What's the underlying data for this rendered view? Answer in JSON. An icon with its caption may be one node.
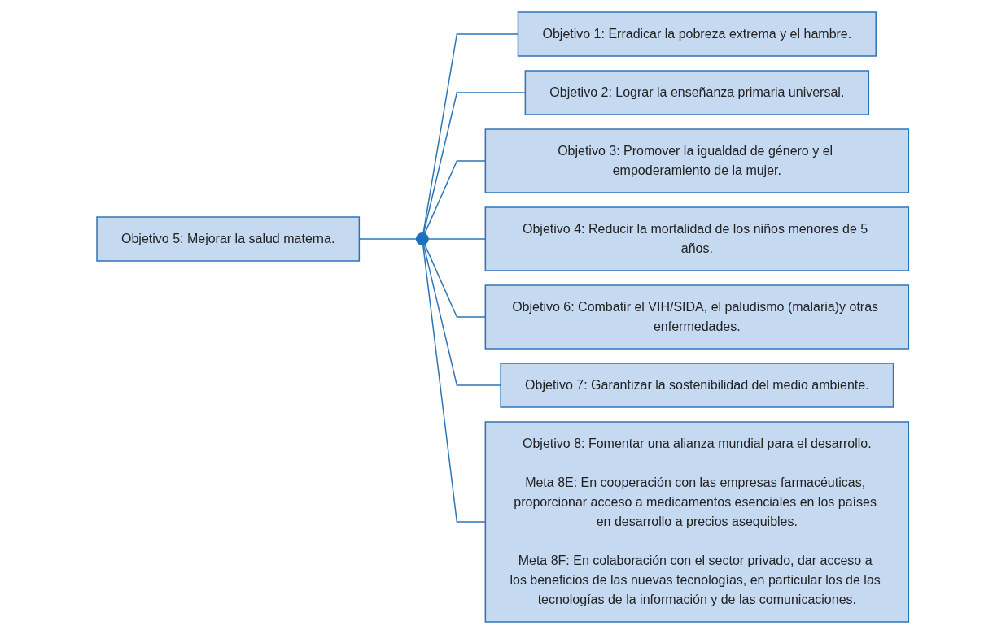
{
  "diagram": {
    "nodes": [
      {
        "text": [
          "Objetivo 5: Mejorar la salud materna."
        ]
      },
      {
        "text": [],
        "shape": "circle"
      },
      {
        "text": [
          "Objetivo 1: Erradicar la pobreza extrema y el hambre."
        ]
      },
      {
        "text": [
          "Objetivo 2: Lograr la enseñanza primaria universal."
        ]
      },
      {
        "text": [
          "Objetivo 3: Promover la igualdad de género y el empoderamiento de la mujer."
        ]
      },
      {
        "text": [
          "Objetivo 4: Reducir la mortalidad de los niños menores de 5 años."
        ]
      },
      {
        "text": [
          "Objetivo 6: Combatir el VIH/SIDA, el paludismo (malaria)y otras enfermedades."
        ]
      },
      {
        "text": [
          "Objetivo 7: Garantizar la sostenibilidad del medio ambiente."
        ]
      },
      {
        "text": [
          "Objetivo 8: Fomentar una alianza mundial para el desarrollo.",
          "Meta 8E: En cooperación con las empresas farmacéuticas, proporcionar acceso a medicamentos esenciales en los países en desarrollo a precios asequibles.",
          "Meta 8F: En colaboración con el sector privado, dar acceso a los beneficios de las nuevas tecnologías, en particular los de las tecnologías de la información y de las comunicaciones."
        ]
      }
    ],
    "edges": [
      {
        "from": 0,
        "to": 1,
        "arrow": "none"
      },
      {
        "from": 1,
        "to": 2,
        "arrow": "none"
      },
      {
        "from": 1,
        "to": 3,
        "arrow": "none"
      },
      {
        "from": 1,
        "to": 4,
        "arrow": "none"
      },
      {
        "from": 1,
        "to": 5,
        "arrow": "none"
      },
      {
        "from": 1,
        "to": 6,
        "arrow": "none"
      },
      {
        "from": 1,
        "to": 7,
        "arrow": "none"
      },
      {
        "from": 1,
        "to": 8,
        "arrow": "none"
      }
    ]
  }
}
